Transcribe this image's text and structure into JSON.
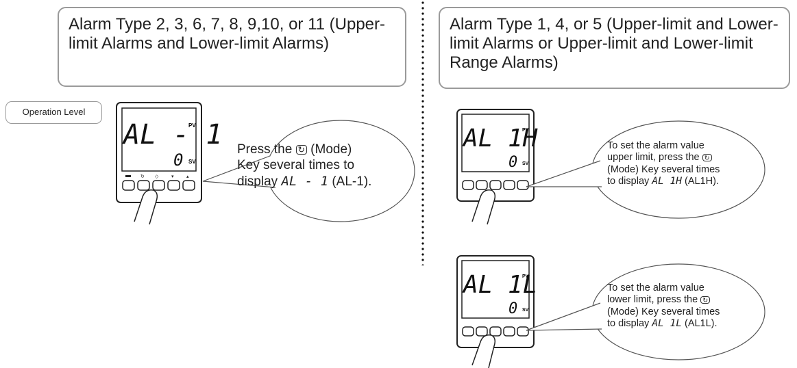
{
  "left": {
    "title": "Alarm Type 2, 3, 6, 7, 8, 9,10, or 11 (Upper-limit Alarms and Lower-limit Alarms)",
    "level_tag": "Operation Level",
    "device": {
      "pv": "AL - 1",
      "sv": "0",
      "pv_label": "PV",
      "sv_label": "SV"
    },
    "callout": {
      "line1": "Press the",
      "line1b": "(Mode)",
      "line2": "Key several times to",
      "line3a": "display",
      "line3_seg": "AL - 1",
      "line3b": "(AL-1)."
    }
  },
  "right": {
    "title": "Alarm Type 1, 4, or 5 (Upper-limit and Lower-limit Alarms or Upper-limit and Lower-limit Range Alarms)",
    "upper": {
      "device": {
        "pv": "AL 1H",
        "sv": "0",
        "pv_label": "PV",
        "sv_label": "SV"
      },
      "callout": {
        "line1": "To set the alarm value",
        "line2": "upper limit, press the",
        "line3": "(Mode) Key several times",
        "line4a": "to display",
        "line4_seg": "AL 1H",
        "line4b": "(AL1H)."
      }
    },
    "lower": {
      "device": {
        "pv": "AL 1L",
        "sv": "0",
        "pv_label": "PV",
        "sv_label": "SV"
      },
      "callout": {
        "line1": "To set the alarm value",
        "line2": "lower limit, press the",
        "line3": "(Mode) Key several times",
        "line4a": "to display",
        "line4_seg": "AL 1L",
        "line4b": "(AL1L)."
      }
    }
  },
  "icons": {
    "mode_key": "mode-key-icon"
  }
}
